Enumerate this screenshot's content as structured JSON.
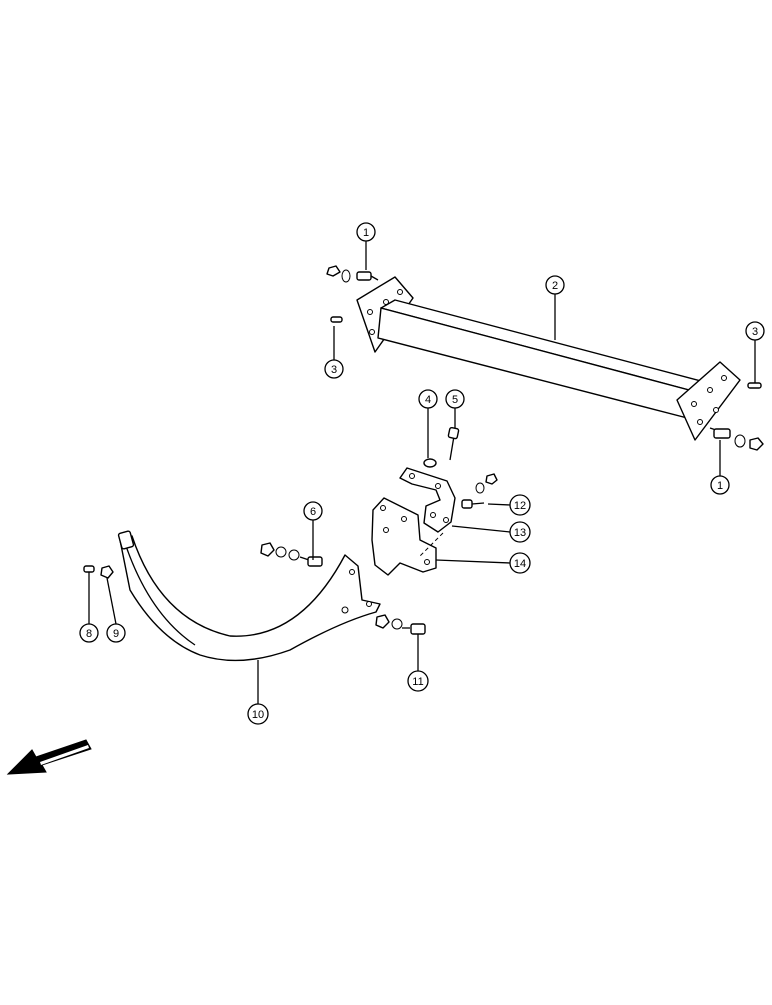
{
  "callouts": [
    {
      "id": "c1a",
      "label": "1"
    },
    {
      "id": "c1b",
      "label": "1"
    },
    {
      "id": "c2",
      "label": "2"
    },
    {
      "id": "c3a",
      "label": "3"
    },
    {
      "id": "c3b",
      "label": "3"
    },
    {
      "id": "c4",
      "label": "4"
    },
    {
      "id": "c5",
      "label": "5"
    },
    {
      "id": "c6",
      "label": "6"
    },
    {
      "id": "c8",
      "label": "8"
    },
    {
      "id": "c9",
      "label": "9"
    },
    {
      "id": "c10",
      "label": "10"
    },
    {
      "id": "c11",
      "label": "11"
    },
    {
      "id": "c12",
      "label": "12"
    },
    {
      "id": "c13",
      "label": "13"
    },
    {
      "id": "c14",
      "label": "14"
    }
  ],
  "icons": {
    "direction_arrow": "arrow-left-down-icon"
  }
}
